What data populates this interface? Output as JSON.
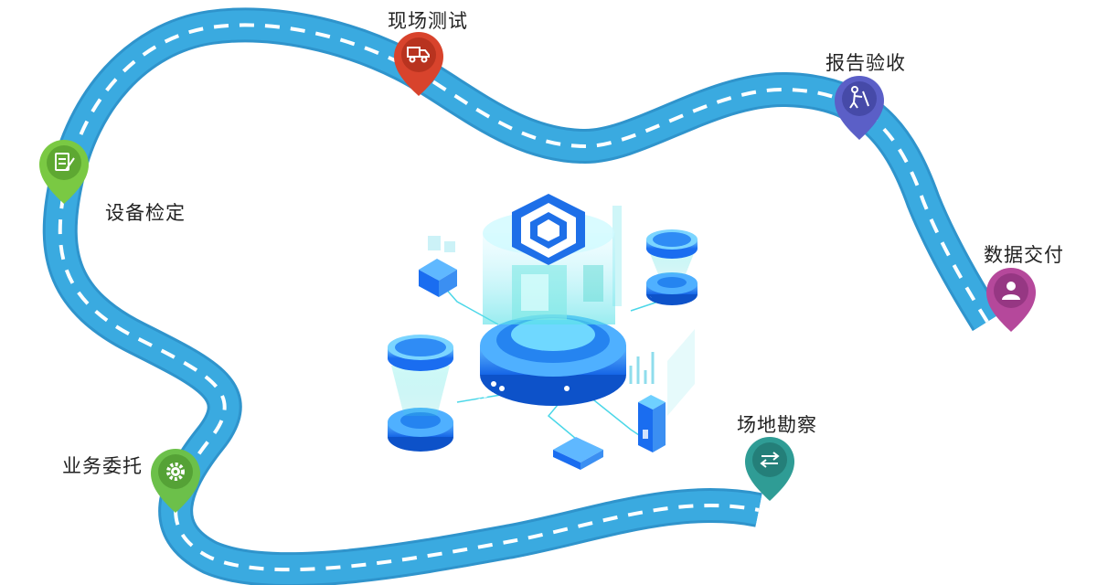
{
  "steps": {
    "commission": "业务委托",
    "calibration": "设备检定",
    "field_test": "现场测试",
    "report": "报告验收",
    "delivery": "数据交付",
    "survey": "场地勘察"
  },
  "colors": {
    "road": "#3aaae0",
    "road_edge": "#2f94cc",
    "dash": "#ffffff",
    "pin_commission": "#6cc04a",
    "pin_calibration": "#7ac943",
    "pin_field_test": "#d8432c",
    "pin_report": "#5b5fc7",
    "pin_delivery": "#b5489b",
    "pin_survey": "#2f9c95"
  },
  "icons": {
    "commission": "gear-icon",
    "calibration": "document-edit-icon",
    "field_test": "truck-icon",
    "report": "person-sign-icon",
    "delivery": "user-icon",
    "survey": "exchange-arrows-icon"
  }
}
